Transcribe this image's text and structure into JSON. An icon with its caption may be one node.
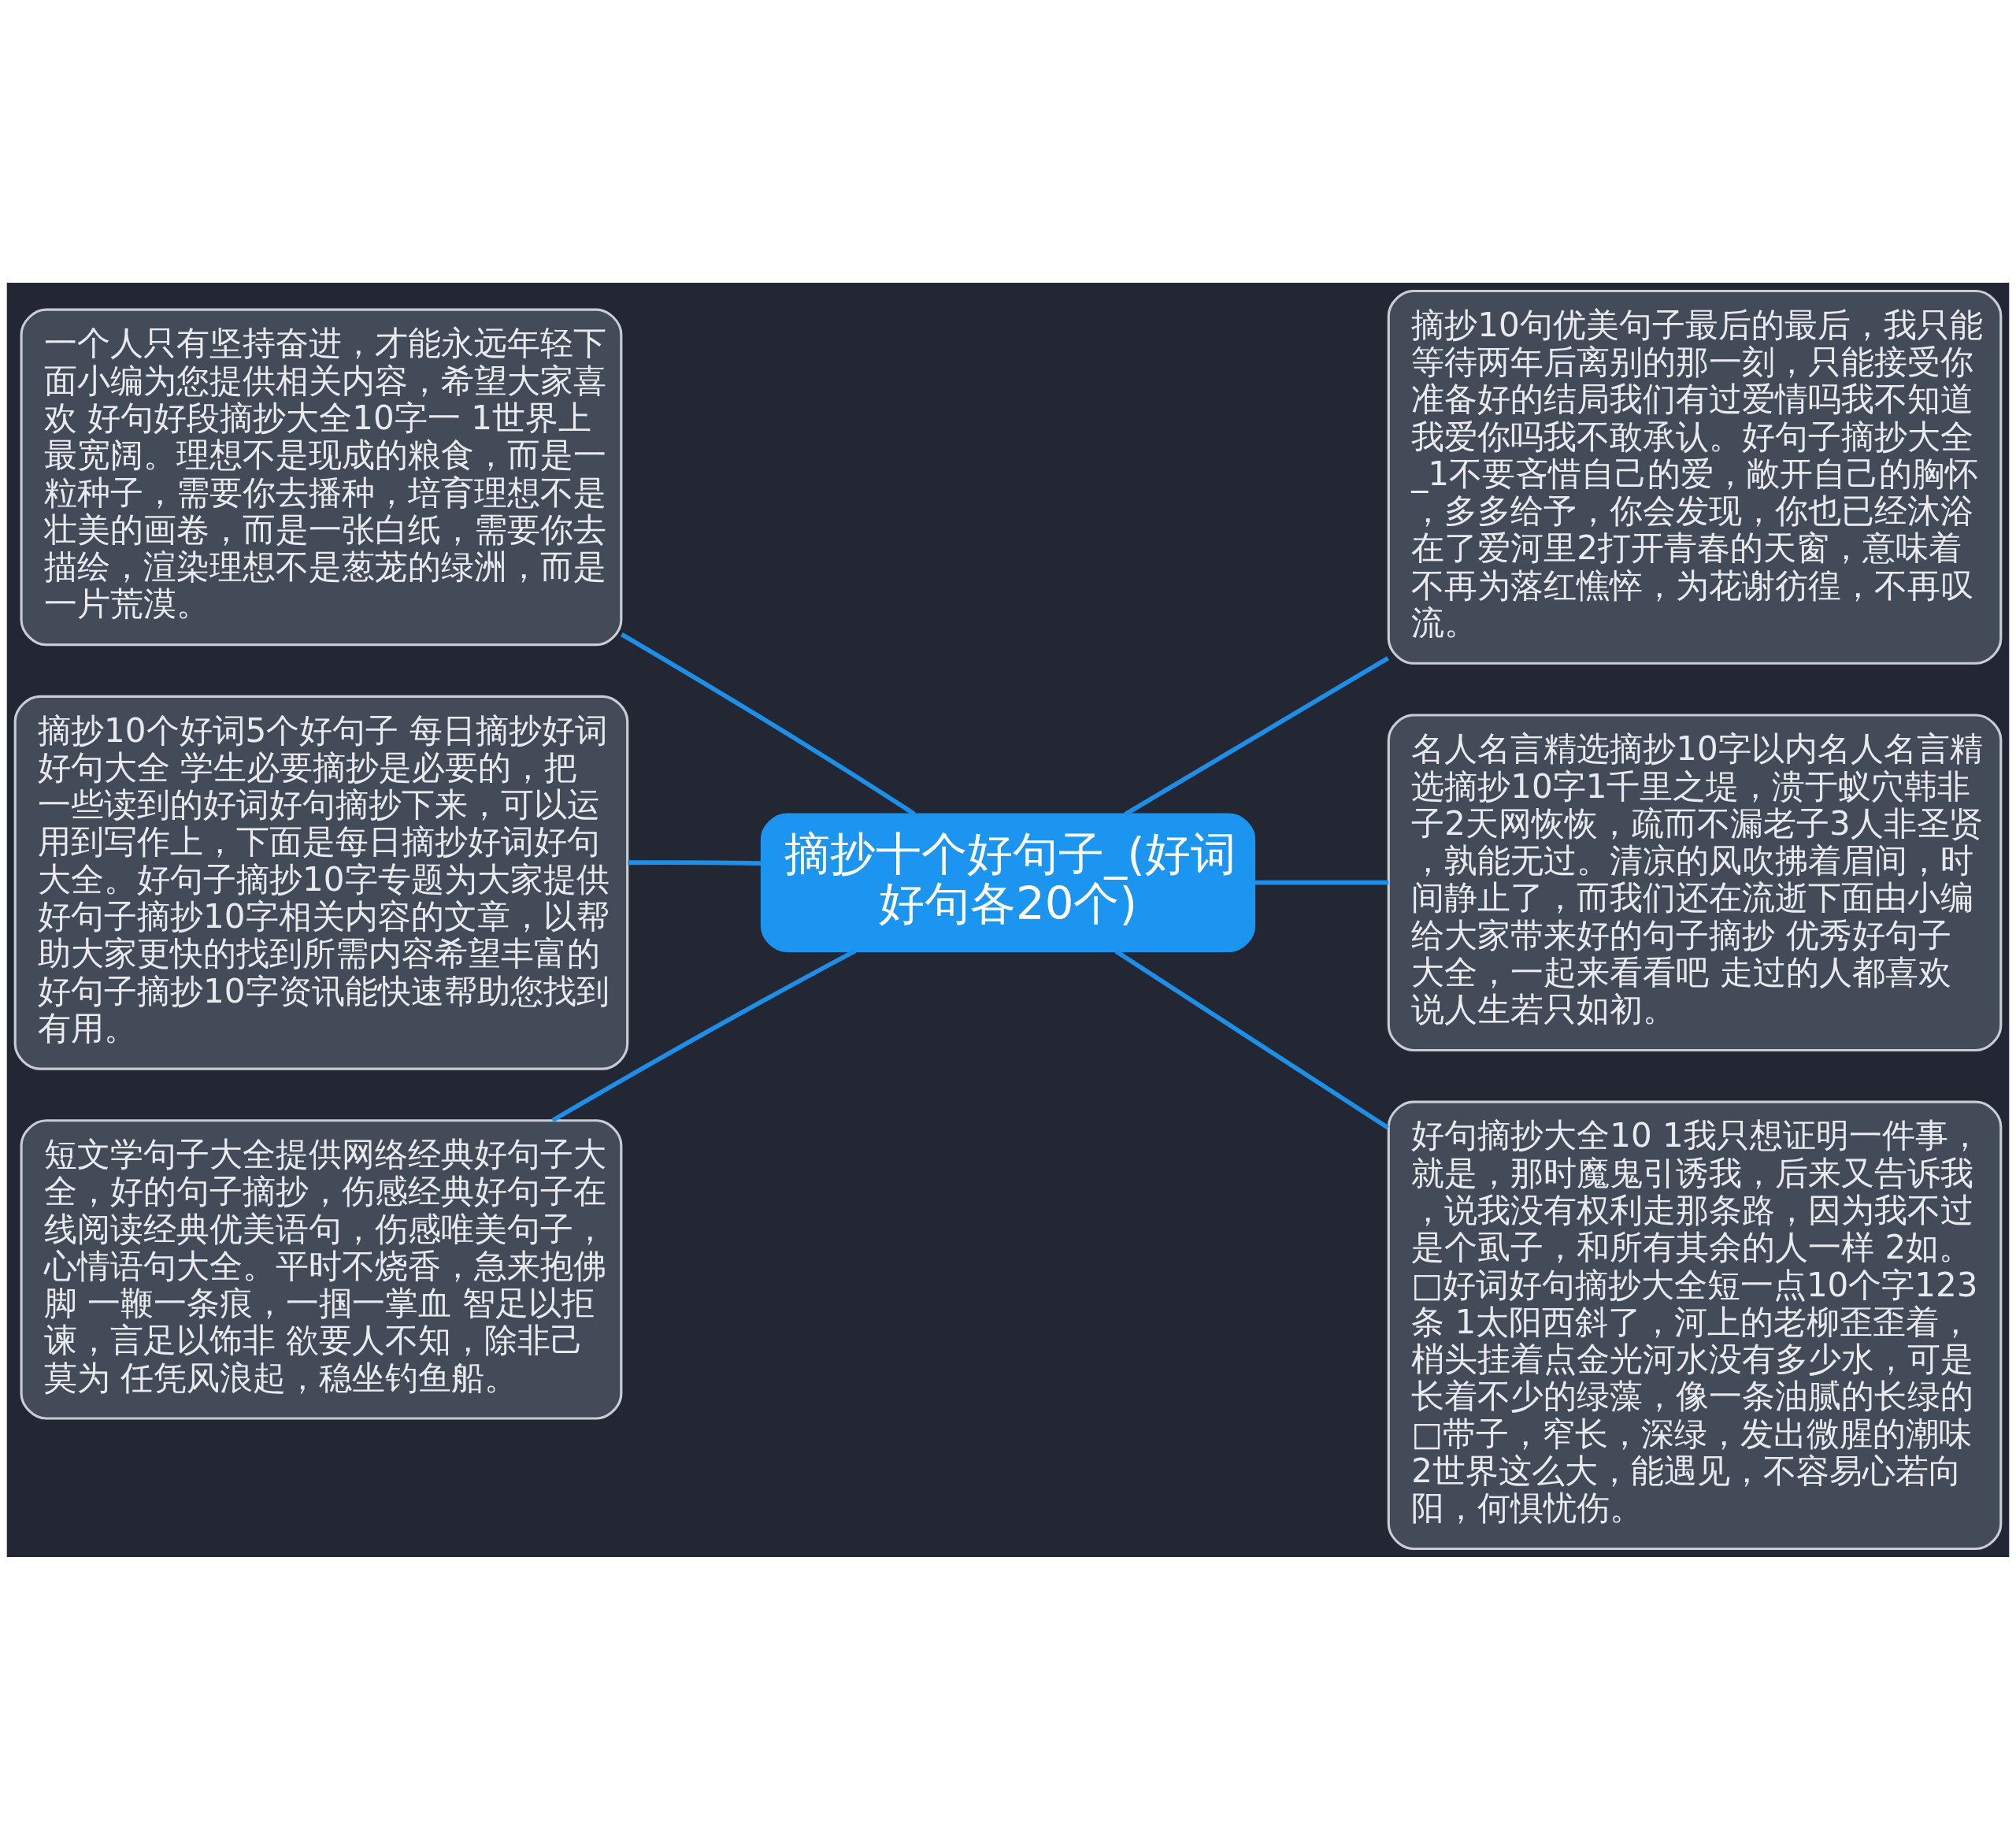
{
  "diagram": {
    "nodes": [
      {
        "text": [
          "摘抄十个好句子_(好词好句各20个)"
        ]
      },
      {
        "text": [
          "一个人只有坚持奋进，才能永远年轻下面小编为您提供相关内容，希望大家喜欢 好句好段摘抄大全10字一 1世界上最宽阔。理想不是现成的粮食，而是一粒种子，需要你去播种，培育理想不是壮美的画卷，而是一张白纸，需要你去描绘，渲染理想不是葱茏的绿洲，而是一片荒漠。"
        ]
      },
      {
        "text": [
          "摘抄10个好词5个好句子 每日摘抄好词好句大全 学生必要摘抄是必要的，把一些读到的好词好句摘抄下来，可以运用到写作上，下面是每日摘抄好词好句大全。好句子摘抄10字专题为大家提供好句子摘抄10字相关内容的文章，以帮助大家更快的找到所需内容希望丰富的好句子摘抄10字资讯能快速帮助您找到有用。"
        ]
      },
      {
        "text": [
          "短文学句子大全提供网络经典好句子大全，好的句子摘抄，伤感经典好句子在线阅读经典优美语句，伤感唯美句子，心情语句大全。平时不烧香，急来抱佛脚 一鞭一条痕，一掴一掌血 智足以拒谏，言足以饰非 欲要人不知，除非己莫为 任凭风浪起，稳坐钓鱼船。"
        ]
      },
      {
        "text": [
          "摘抄10句优美句子最后的最后，我只能等待两年后离别的那一刻，只能接受你准备好的结局我们有过爱情吗我不知道我爱你吗我不敢承认。好句子摘抄大全_1不要吝惜自己的爱，敞开自己的胸怀，多多给予，你会发现，你也已经沐浴在了爱河里2打开青春的天窗，意味着不再为落红憔悴，为花谢彷徨，不再叹流。"
        ]
      },
      {
        "text": [
          "名人名言精选摘抄10字以内名人名言精选摘抄10字1千里之堤，溃于蚁穴韩非子2天网恢恢，疏而不漏老子3人非圣贤，孰能无过。清凉的风吹拂着眉间，时间静止了，而我们还在流逝下面由小编给大家带来好的句子摘抄 优秀好句子大全，一起来看看吧 走过的人都喜欢说人生若只如初。"
        ]
      },
      {
        "text": [
          "好句摘抄大全10 1我只想证明一件事，就是，那时魔鬼引诱我，后来又告诉我，说我没有权利走那条路，因为我不过是个虱子，和所有其余的人一样 2如。□好词好句摘抄大全短一点10个字123条 1太阳西斜了，河上的老柳歪歪着，梢头挂着点金光河水没有多少水，可是长着不少的绿藻，像一条油腻的长绿的□带子，窄长，深绿，发出微腥的潮味 2世界这么大，能遇见，不容易心若向阳，何惧忧伤。"
        ]
      }
    ],
    "edges": [
      {
        "from": 0,
        "to": 1,
        "arrow": "none"
      },
      {
        "from": 0,
        "to": 2,
        "arrow": "none"
      },
      {
        "from": 0,
        "to": 3,
        "arrow": "none"
      },
      {
        "from": 0,
        "to": 4,
        "arrow": "none"
      },
      {
        "from": 0,
        "to": 5,
        "arrow": "none"
      },
      {
        "from": 0,
        "to": 6,
        "arrow": "none"
      }
    ]
  }
}
